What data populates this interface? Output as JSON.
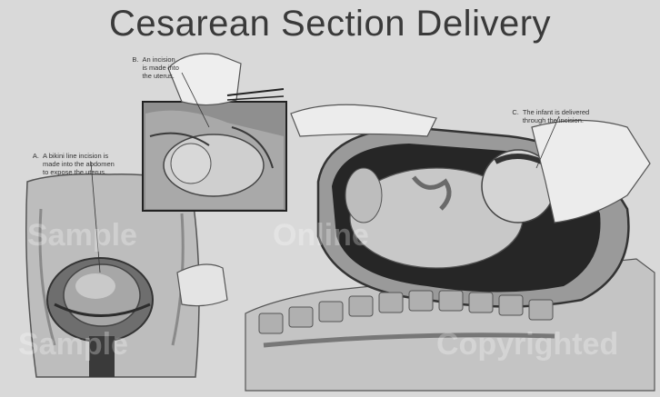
{
  "title": "Cesarean Section Delivery",
  "captions": {
    "a": {
      "letter": "A.",
      "text": "A bikini line incision is\nmade into the abdomen\nto expose the uterus."
    },
    "b": {
      "letter": "B.",
      "text": "An incision\nis made into\nthe uterus."
    },
    "c": {
      "letter": "C.",
      "text": "The infant is delivered\nthrough the incision."
    }
  },
  "watermarks": [
    "Sample",
    "Online",
    "Sample",
    "Copyrighted"
  ],
  "colors": {
    "background": "#d9d9d9",
    "ink": "#333333",
    "uterus": "#9a9a9a",
    "baby": "#c8c8c8"
  }
}
